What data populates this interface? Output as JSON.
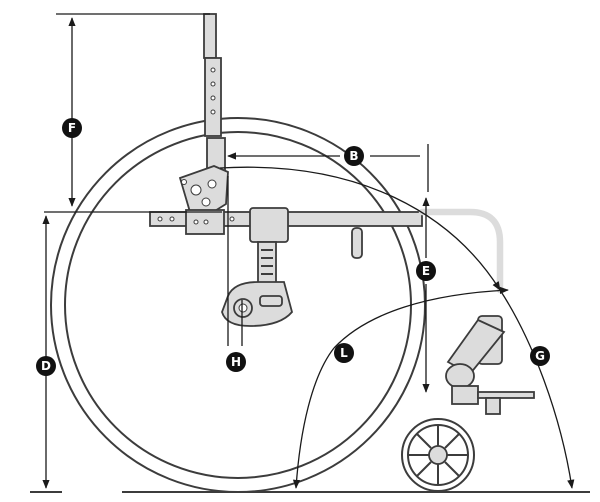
{
  "labels": {
    "F": "F",
    "B": "B",
    "E": "E",
    "D": "D",
    "H": "H",
    "L": "L",
    "G": "G"
  },
  "colors": {
    "line": "#3c3c3c",
    "fill": "#dcdcdc",
    "badge": "#111111",
    "badge_text": "#ffffff",
    "background": "#ffffff"
  }
}
